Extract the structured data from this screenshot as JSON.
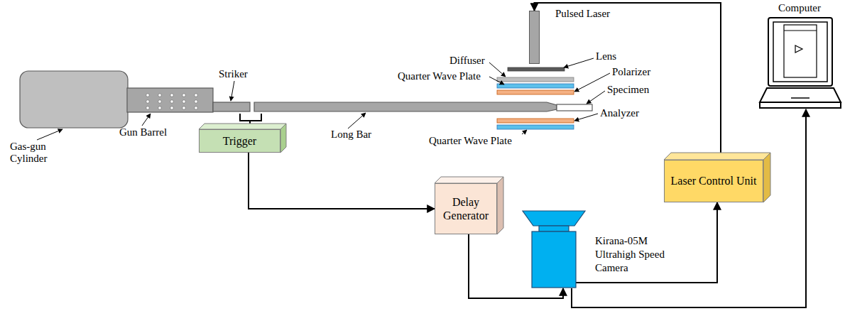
{
  "diagram": {
    "nodes": [
      {
        "text": [
          "Trigger"
        ]
      },
      {
        "text": [
          "Delay Generator"
        ]
      },
      {
        "text": [
          "Laser Control Unit"
        ]
      },
      {
        "text": [
          "Kirana-05M Ultrahigh Speed Camera"
        ]
      },
      {
        "text": [
          "Computer"
        ]
      },
      {
        "text": [
          "Pulsed Laser"
        ]
      }
    ],
    "edges": [
      {
        "from": 0,
        "to": 1,
        "arrow": "to"
      },
      {
        "from": 1,
        "to": 3,
        "arrow": "to"
      },
      {
        "from": 3,
        "to": 2,
        "arrow": "to"
      },
      {
        "from": 3,
        "to": 4,
        "arrow": "to"
      },
      {
        "from": 2,
        "to": 5,
        "arrow": "to"
      }
    ],
    "labels": [
      "Gas-gun Cylinder",
      "Gun Barrel",
      "Striker",
      "Long Bar",
      "Diffuser",
      "Lens",
      "Quarter Wave Plate",
      "Polarizer",
      "Specimen",
      "Analyzer",
      "Quarter Wave Plate"
    ]
  }
}
